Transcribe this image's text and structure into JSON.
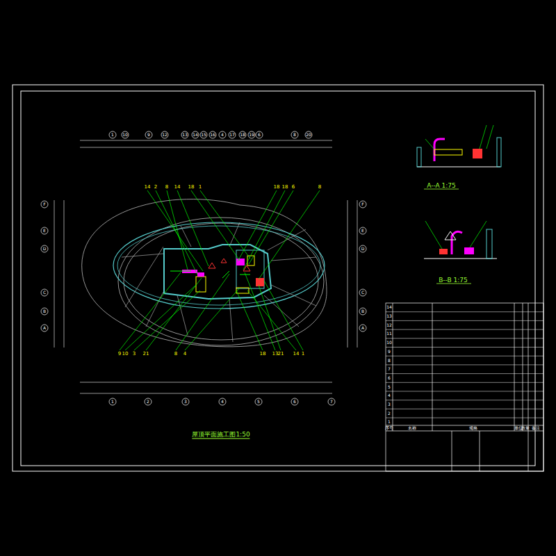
{
  "diagram": {
    "title": "屋顶平面施工图1:50",
    "labels": [
      "A--A 1:75",
      "B--B 1:75",
      "14",
      "2",
      "8",
      "14",
      "18",
      "1",
      "18",
      "18",
      "6",
      "8",
      "9",
      "10",
      "3",
      "21",
      "8",
      "4",
      "18",
      "13",
      "21",
      "14",
      "1",
      "1",
      "10",
      "9",
      "12",
      "13",
      "14",
      "15",
      "16",
      "4",
      "17",
      "18",
      "19",
      "6",
      "8",
      "20",
      "1",
      "2",
      "3",
      "4",
      "5",
      "6",
      "7",
      "F",
      "E",
      "D",
      "C",
      "B",
      "A",
      "F",
      "E",
      "D",
      "C",
      "B",
      "A",
      "14",
      "13",
      "12",
      "11",
      "10",
      "9",
      "8",
      "7",
      "6",
      "5",
      "4",
      "3",
      "2",
      "1",
      "序号",
      "名称",
      "规格",
      "单位",
      "数量",
      "备注"
    ]
  }
}
